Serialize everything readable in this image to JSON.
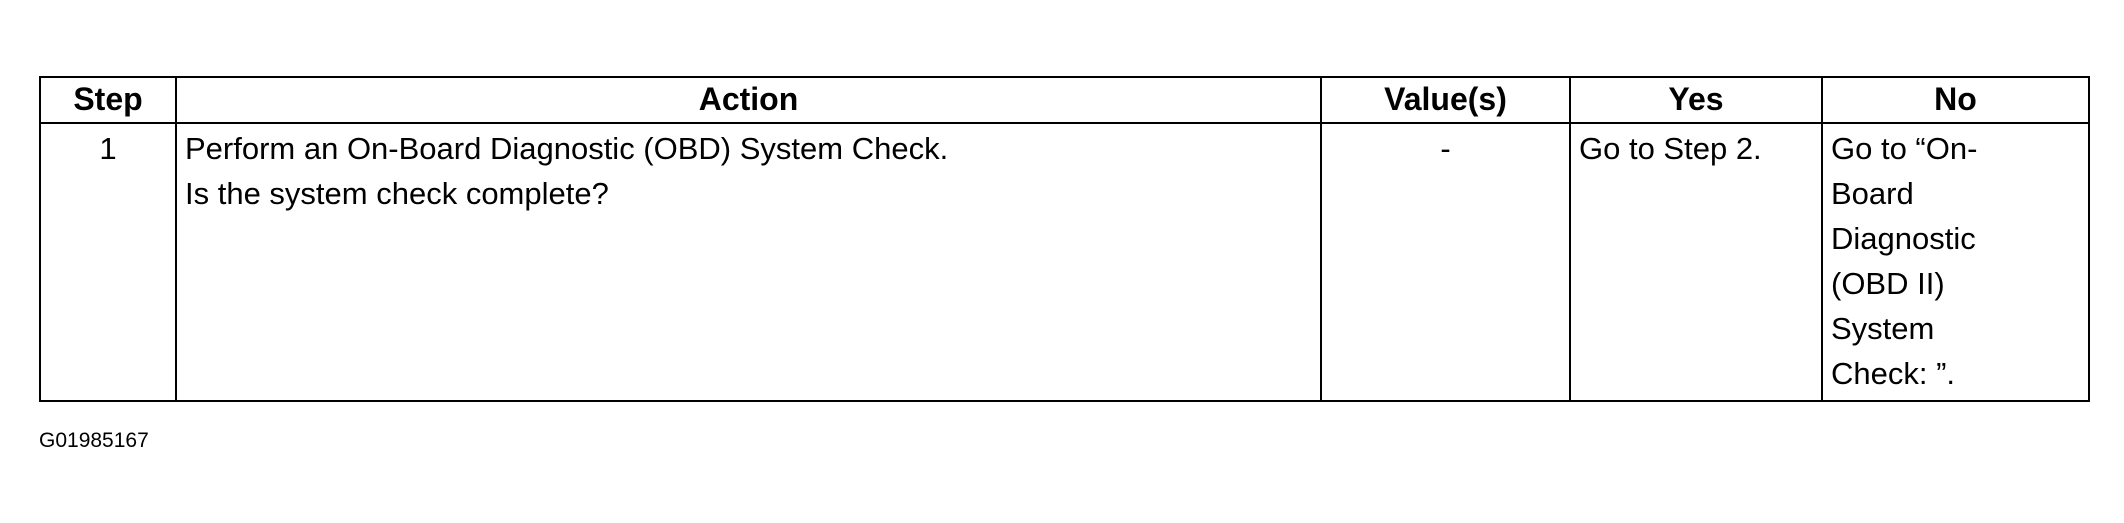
{
  "table": {
    "headers": {
      "step": "Step",
      "action": "Action",
      "values": "Value(s)",
      "yes": "Yes",
      "no": "No"
    },
    "rows": [
      {
        "step": "1",
        "action_lines": [
          "Perform an On-Board Diagnostic (OBD) System Check.",
          "Is the system check complete?"
        ],
        "values": "-",
        "yes": "Go to Step 2.",
        "no_lines": [
          "Go to “On-",
          "Board",
          "Diagnostic",
          "(OBD II)",
          "System",
          "Check: ”."
        ]
      }
    ]
  },
  "figure_code": "G01985167"
}
